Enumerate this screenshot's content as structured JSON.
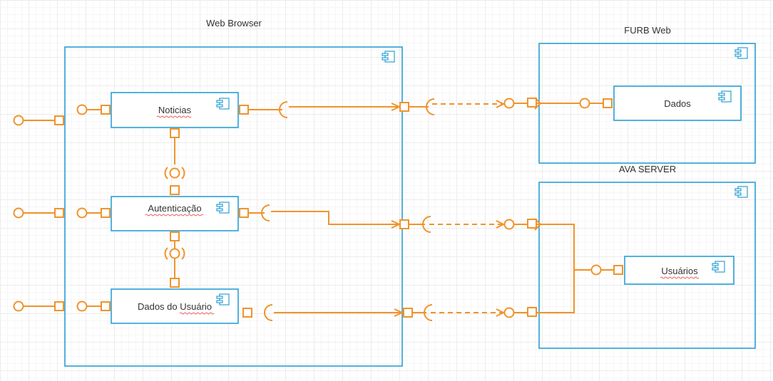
{
  "nodes": {
    "web_browser": "Web Browser",
    "furb_web": "FURB Web",
    "ava_server": "AVA SERVER"
  },
  "components": {
    "noticias": "Noticias",
    "autenticacao": "Autenticação",
    "dados_usuario": "Dados do Usuário",
    "dados": "Dados",
    "usuarios": "Usuários"
  },
  "colors": {
    "node_stroke": "#2a9fd6",
    "connector": "#f0932b",
    "text": "#333333",
    "spellcheck": "#e53935"
  },
  "icons": [
    "component-icon"
  ]
}
